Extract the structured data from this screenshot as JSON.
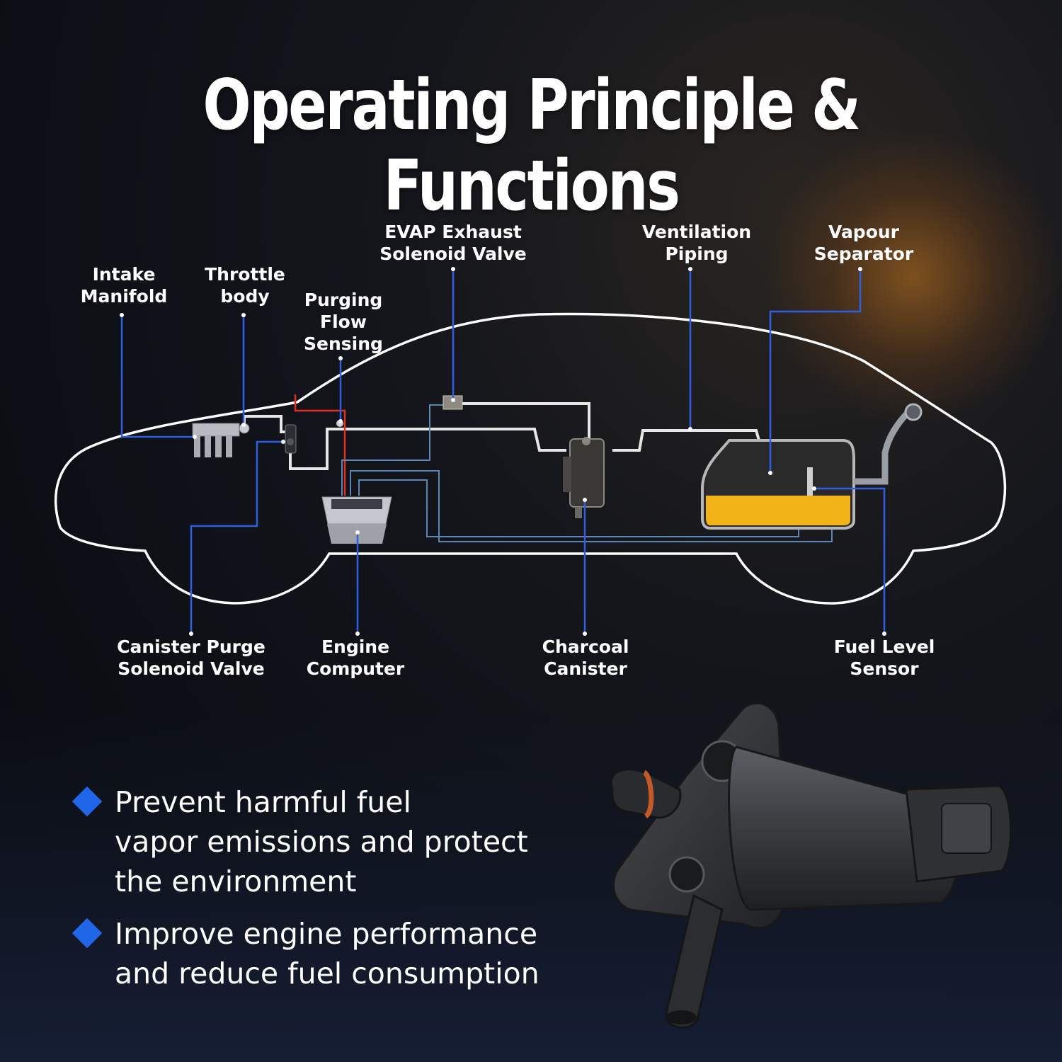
{
  "title": "Operating Principle & Functions",
  "labels": {
    "intake_manifold": "Intake\nManifold",
    "throttle_body": "Throttle\nbody",
    "purging_flow_sensing": "Purging\nFlow\nSensing",
    "evap_exhaust_solenoid_valve": "EVAP Exhaust\nSolenoid Valve",
    "ventilation_piping": "Ventilation\nPiping",
    "vapour_separator": "Vapour\nSeparator",
    "canister_purge_solenoid_valve": "Canister Purge\nSolenoid Valve",
    "engine_computer": "Engine\nComputer",
    "charcoal_canister": "Charcoal\nCanister",
    "fuel_level_sensor": "Fuel Level\nSensor"
  },
  "bullets": [
    "Prevent harmful fuel\nvapor emissions and protect\nthe environment",
    "Improve engine performance\nand reduce fuel consumption"
  ],
  "colors": {
    "accent_blue": "#1f67e8",
    "leader_blue": "#2f5fe0",
    "fuel_yellow": "#f0b418",
    "signal_red": "#e23020"
  },
  "icons": [
    "diamond-bullet-icon"
  ]
}
